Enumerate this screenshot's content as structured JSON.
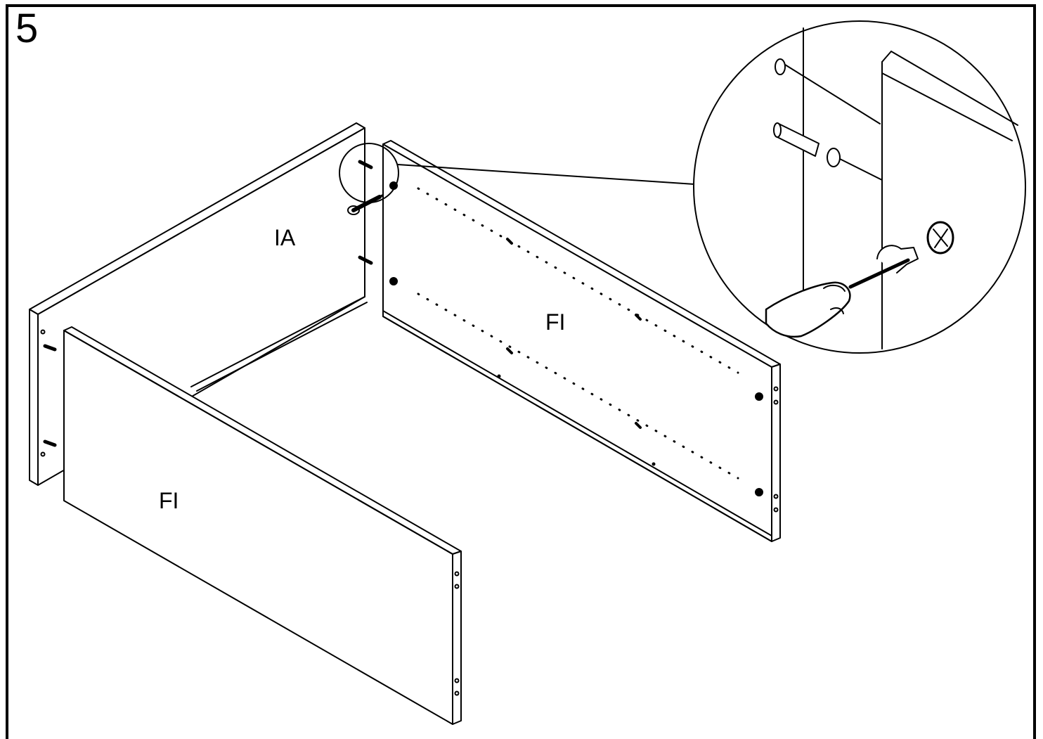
{
  "step": {
    "number": "5"
  },
  "parts": {
    "back_panel_label": "IA",
    "side_panel_right_label": "FI",
    "side_panel_front_label": "FI"
  },
  "icons": {
    "detail_callout": "magnified-detail-circle",
    "tool": "screwdriver-icon",
    "fasteners": [
      "cam-bolt-icon",
      "cam-lock-icon",
      "wooden-dowel-icon"
    ]
  },
  "colors": {
    "line": "#000000",
    "background": "#ffffff"
  }
}
